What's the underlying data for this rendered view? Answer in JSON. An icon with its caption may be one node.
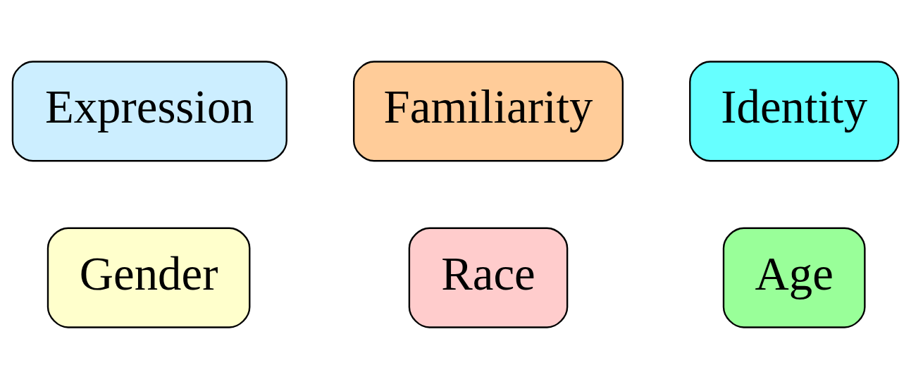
{
  "diagram": {
    "nodes": [
      {
        "text": [
          "Gender"
        ]
      },
      {
        "text": [
          "Race"
        ]
      },
      {
        "text": [
          "Expression"
        ]
      },
      {
        "text": [
          "Age"
        ]
      },
      {
        "text": [
          "Familiarity"
        ]
      },
      {
        "text": [
          "Identity"
        ]
      }
    ],
    "edges": []
  }
}
